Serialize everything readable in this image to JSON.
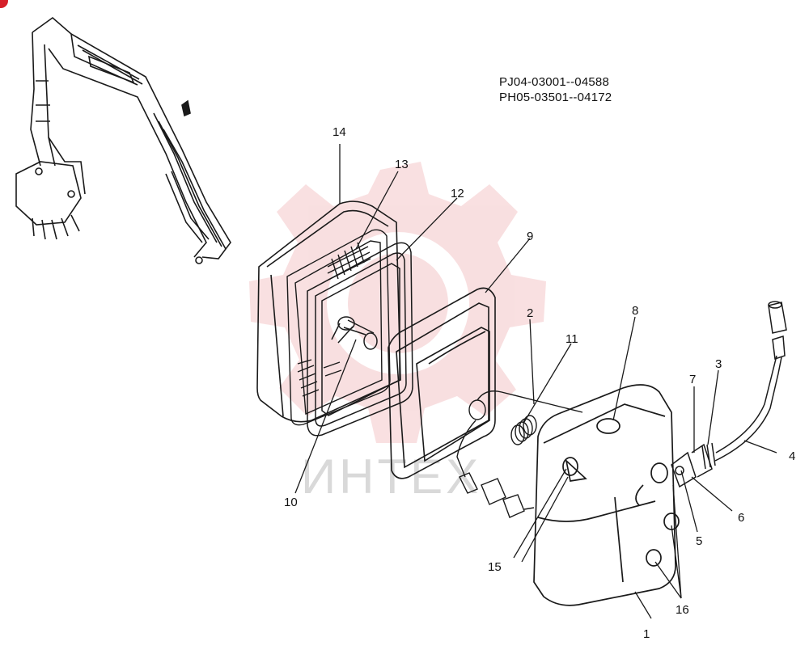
{
  "serials": [
    "PJ04-03001--04588",
    "PH05-03501--04172"
  ],
  "watermark_text": "ИНТЕХ",
  "callouts": [
    {
      "id": "1",
      "label": "1"
    },
    {
      "id": "2",
      "label": "2"
    },
    {
      "id": "3",
      "label": "3"
    },
    {
      "id": "4",
      "label": "4"
    },
    {
      "id": "5",
      "label": "5"
    },
    {
      "id": "6",
      "label": "6"
    },
    {
      "id": "7",
      "label": "7"
    },
    {
      "id": "8",
      "label": "8"
    },
    {
      "id": "9",
      "label": "9"
    },
    {
      "id": "10",
      "label": "10"
    },
    {
      "id": "11",
      "label": "11"
    },
    {
      "id": "12",
      "label": "12"
    },
    {
      "id": "13",
      "label": "13"
    },
    {
      "id": "14",
      "label": "14"
    },
    {
      "id": "15",
      "label": "15"
    },
    {
      "id": "16",
      "label": "16"
    }
  ],
  "colors": {
    "line": "#1a1a1a",
    "watermark": "#f4c6c8",
    "watermark_text": "#d9d9d9",
    "corner_badge": "#d6202a"
  }
}
